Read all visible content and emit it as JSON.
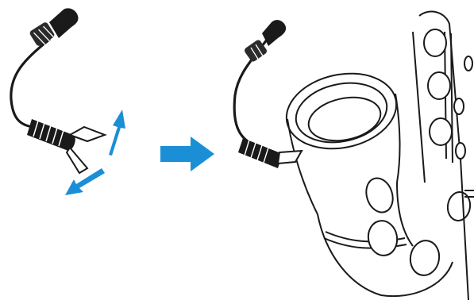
{
  "figure": {
    "panels": [
      {
        "id": "clip-mic-detail",
        "description_icon": "clip-microphone-icon"
      },
      {
        "id": "mic-mounted-on-sax",
        "description_icon": "saxophone-icon"
      }
    ],
    "arrows": [
      "open-clip-arrow-up",
      "open-clip-arrow-down",
      "step-arrow-right"
    ]
  },
  "colors": {
    "accent_arrow": "#1b8fd6",
    "line": "#1a1a1a",
    "mic_body": "#2b2b2b",
    "background": "#ffffff"
  }
}
